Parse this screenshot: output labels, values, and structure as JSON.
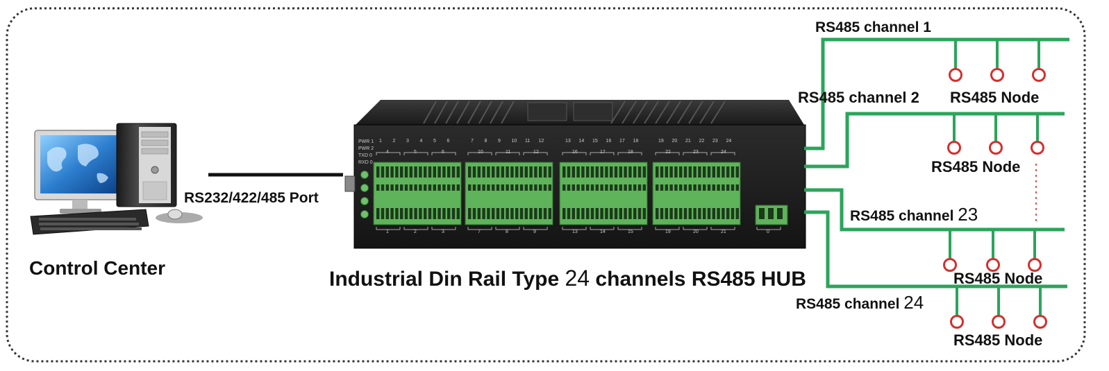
{
  "labels": {
    "control_center": "Control Center",
    "port": "RS232/422/485 Port",
    "hub_title_prefix": "Industrial Din Rail Type ",
    "hub_title_num": "24",
    "hub_title_suffix": " channels RS485 HUB",
    "channel_1": "RS485 channel 1",
    "channel_2": "RS485 channel 2",
    "channel_23_prefix": "RS485 channel ",
    "channel_23_num": "23",
    "channel_24_prefix": "RS485 channel ",
    "channel_24_num": "24",
    "node": "RS485 Node"
  },
  "device": {
    "led_labels": [
      "PWR 1",
      "PWR 2",
      "TXD 0",
      "RXD 0"
    ],
    "top_numbers": [
      "1",
      "2",
      "3",
      "4",
      "5",
      "6",
      "7",
      "8",
      "9",
      "10",
      "11",
      "12",
      "13",
      "14",
      "15",
      "16",
      "17",
      "18",
      "19",
      "20",
      "21",
      "22",
      "23",
      "24"
    ],
    "upper_bracket_numbers": [
      "4",
      "5",
      "6",
      "10",
      "11",
      "12",
      "16",
      "17",
      "18",
      "22",
      "23",
      "24"
    ],
    "lower_bracket_numbers": [
      "1",
      "2",
      "3",
      "7",
      "8",
      "9",
      "13",
      "14",
      "15",
      "19",
      "20",
      "21",
      "0"
    ]
  },
  "colors": {
    "bus_line": "#2aa55a",
    "node_circle": "#d42e2e",
    "terminal_green": "#5fb35a",
    "device_body": "#1d1d1d"
  }
}
